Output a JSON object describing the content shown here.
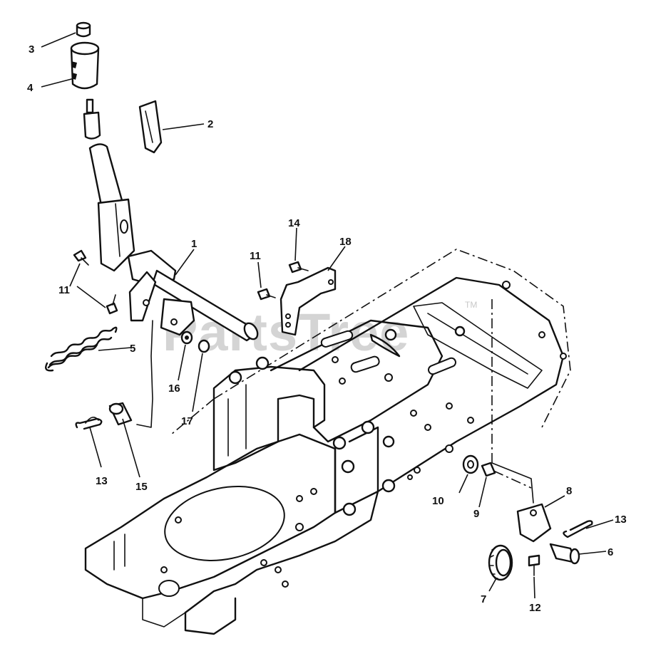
{
  "watermark": {
    "text": "PartsTree",
    "trademark": "TM"
  },
  "callouts": [
    {
      "id": "c1",
      "label": "1"
    },
    {
      "id": "c2",
      "label": "2"
    },
    {
      "id": "c3",
      "label": "3"
    },
    {
      "id": "c4",
      "label": "4"
    },
    {
      "id": "c5",
      "label": "5"
    },
    {
      "id": "c6",
      "label": "6"
    },
    {
      "id": "c7",
      "label": "7"
    },
    {
      "id": "c8",
      "label": "8"
    },
    {
      "id": "c9",
      "label": "9"
    },
    {
      "id": "c10",
      "label": "10"
    },
    {
      "id": "c11a",
      "label": "11"
    },
    {
      "id": "c11b",
      "label": "11"
    },
    {
      "id": "c12",
      "label": "12"
    },
    {
      "id": "c13a",
      "label": "13"
    },
    {
      "id": "c13b",
      "label": "13"
    },
    {
      "id": "c14",
      "label": "14"
    },
    {
      "id": "c15",
      "label": "15"
    },
    {
      "id": "c16",
      "label": "16"
    },
    {
      "id": "c17",
      "label": "17"
    },
    {
      "id": "c18",
      "label": "18"
    }
  ]
}
